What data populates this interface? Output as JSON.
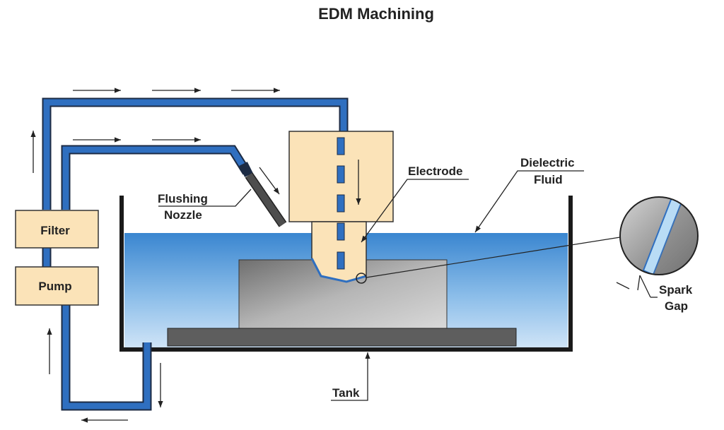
{
  "title": "EDM Machining",
  "labels": {
    "flushing_nozzle_line1": "Flushing",
    "flushing_nozzle_line2": "Nozzle",
    "electrode": "Electrode",
    "dielectric_fluid_line1": "Dielectric",
    "dielectric_fluid_line2": "Fluid",
    "filter": "Filter",
    "pump": "Pump",
    "spark_gap_line1": "Spark",
    "spark_gap_line2": "Gap",
    "tank": "Tank"
  },
  "colors": {
    "pipe": "#2f6fc0",
    "pipe_outline": "#1c2b44",
    "box_fill": "#fbe3b8",
    "fluid_top": "#3a86d0",
    "fluid_bottom": "#cfe4f7",
    "workpiece": "#9e9e9e",
    "table": "#5e5e5e",
    "nozzle": "#4d4d4d",
    "tank_wall": "#1a1a1a"
  }
}
